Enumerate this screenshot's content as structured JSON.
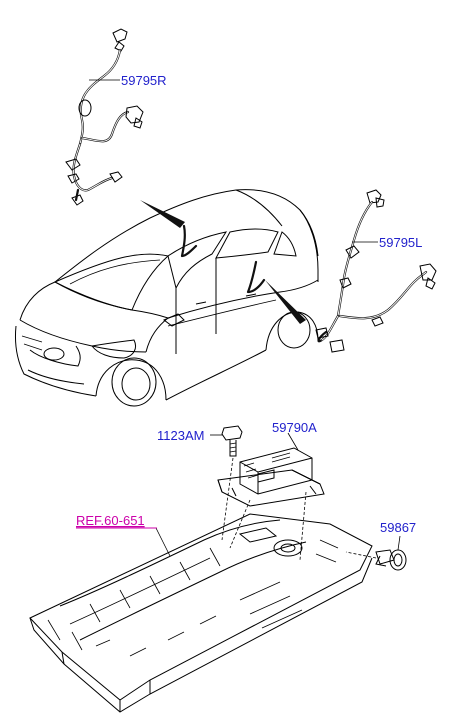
{
  "callouts": {
    "harness_rear_right": "59795R",
    "harness_rear_left": "59795L",
    "bolt": "1123AM",
    "control_unit": "59790A",
    "reference": "REF.60-651",
    "grommet": "59867"
  },
  "colors": {
    "callout_text": "#2222cc",
    "reference_text": "#cc00aa",
    "line_art": "#000000",
    "background": "#ffffff"
  }
}
